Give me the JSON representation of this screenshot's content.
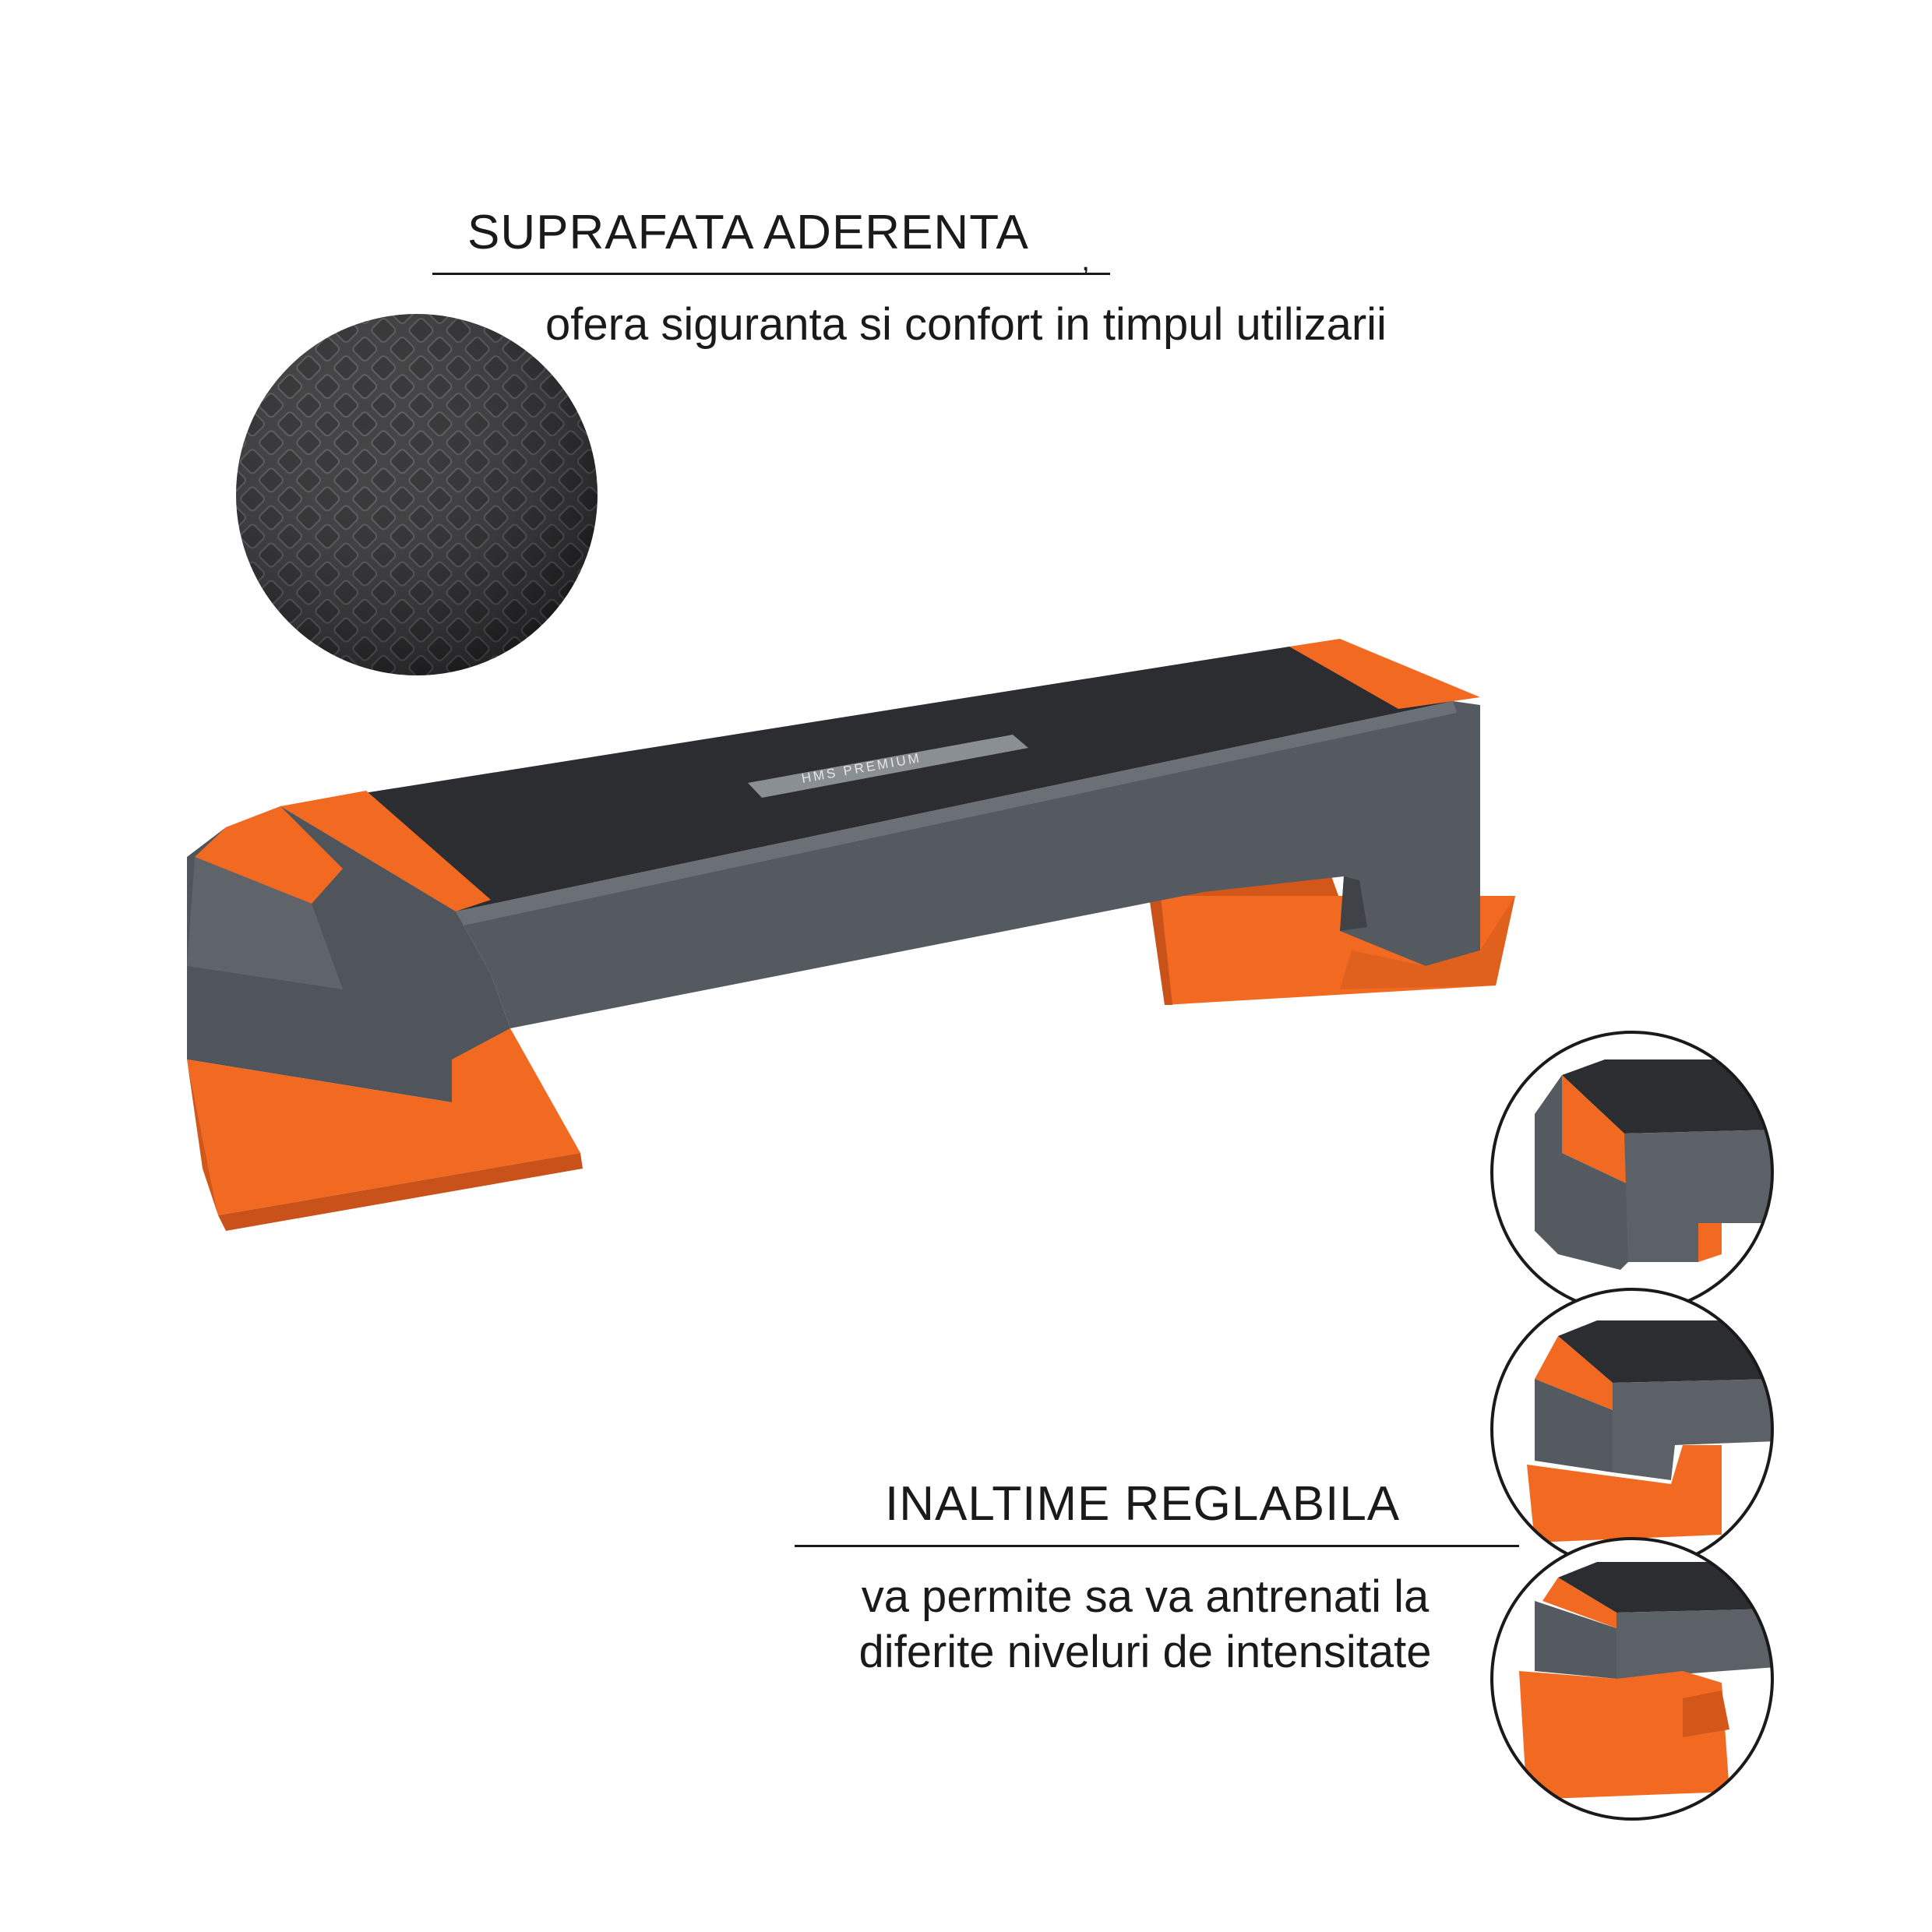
{
  "features": [
    {
      "title": "SUPRAFATA  ADERENTA",
      "title_mark": ",",
      "description": "ofera siguranta si confort in timpul utilizarii"
    },
    {
      "title": "INALTIME REGLABILA",
      "description_lines": [
        "va permite sa va antrenati la",
        "diferite niveluri de intensitate"
      ]
    }
  ],
  "product": {
    "brand_label": "HMS PREMIUM",
    "colors": {
      "accent": "#f26a21",
      "body": "#555a60",
      "surface": "#2c2d30",
      "label_plate": "#8a8f94"
    }
  },
  "zoom_views": [
    "height-level-1",
    "height-level-2",
    "height-level-3"
  ]
}
